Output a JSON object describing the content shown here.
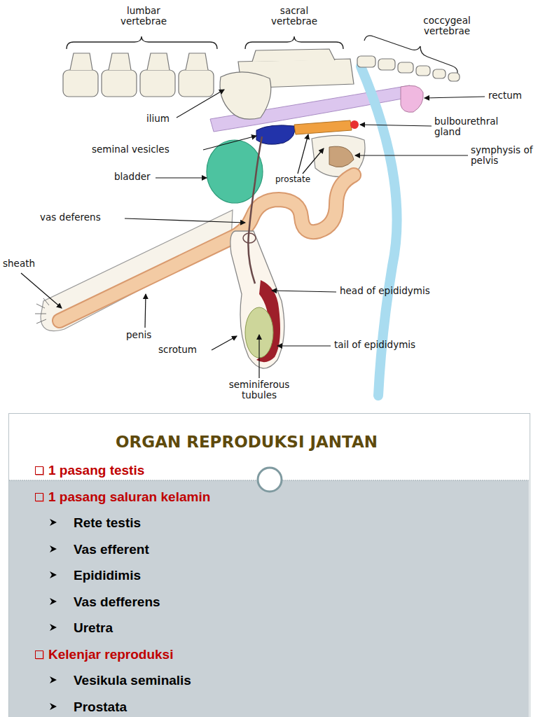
{
  "diagram": {
    "title": "ORGAN REPRODUKSI JANTAN",
    "labels": [
      "lumbar vertebrae",
      "sacral vertebrae",
      "coccygeal vertebrae",
      "rectum",
      "ilium",
      "bulbourethral gland",
      "seminal vesicles",
      "symphysis of pelvis",
      "bladder",
      "prostate",
      "vas deferens",
      "sheath",
      "head of epididymis",
      "penis",
      "scrotum",
      "tail of epididymis",
      "seminiferous tubules",
      "1 pasang testis",
      "1 pasang saluran kelamin",
      "Rete testis",
      "Vas efferent",
      "Epididimis",
      "Vas defferens",
      "Uretra",
      "Kelenjar reproduksi",
      "Vesikula seminalis",
      "Prostata"
    ]
  }
}
